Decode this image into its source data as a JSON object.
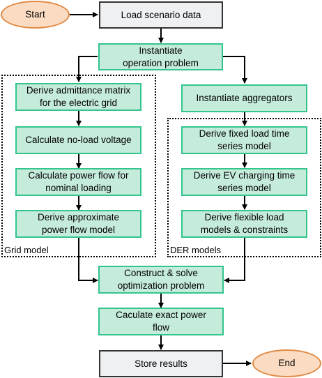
{
  "nodes": {
    "start": "Start",
    "load": "Load scenario data",
    "instantiate_problem": "Instantiate\noperation problem",
    "admittance": "Derive admittance matrix\nfor the electric grid",
    "noload": "Calculate no-load voltage",
    "powerflow_nominal": "Calculate power flow for\nnominal loading",
    "approx_model": "Derive approximate\npower flow model",
    "aggregators": "Instantiate aggregators",
    "fixed_load": "Derive fixed load time\nseries model",
    "ev_charging": "Derive EV charging time\nseries model",
    "flexible_load": "Derive flexible load\nmodels & constraints",
    "construct_solve": "Construct & solve\noptimization problem",
    "exact_powerflow": "Caculate exact power\nflow",
    "store": "Store results",
    "end": "End"
  },
  "groups": {
    "grid_model": "Grid model",
    "der_models": "DER models"
  },
  "colors": {
    "process_fill": "#c5ebdb",
    "process_border": "#33c58c",
    "io_fill": "#eef0f2",
    "io_border": "#333333",
    "terminal_fill": "#fbdcc2",
    "terminal_border": "#e08a45"
  }
}
